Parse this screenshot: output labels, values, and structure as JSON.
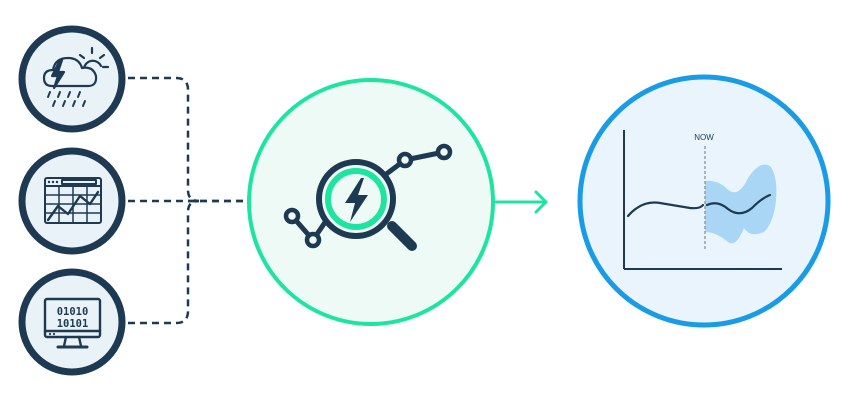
{
  "colors": {
    "navy": "#1e3a52",
    "input_fill": "#e9f2f7",
    "engine_stroke": "#1de59f",
    "engine_fill": "#eefaf6",
    "engine_arrow": "#1de59f",
    "output_stroke": "#1a9be6",
    "output_fill": "#e9f4fc",
    "band": "#a9d6f5",
    "dash": "#7d8a96"
  },
  "inputs": [
    {
      "name": "weather",
      "icon": "weather-icon"
    },
    {
      "name": "spreadsheet",
      "icon": "spreadsheet-chart-icon"
    },
    {
      "name": "binary-data",
      "icon": "monitor-binary-icon"
    }
  ],
  "binary": {
    "line1": "01010",
    "line2": "10101"
  },
  "engine": {
    "icon": "magnifier-lightning-icon"
  },
  "output": {
    "icon": "forecast-chart-icon",
    "now_label": "NOW"
  }
}
